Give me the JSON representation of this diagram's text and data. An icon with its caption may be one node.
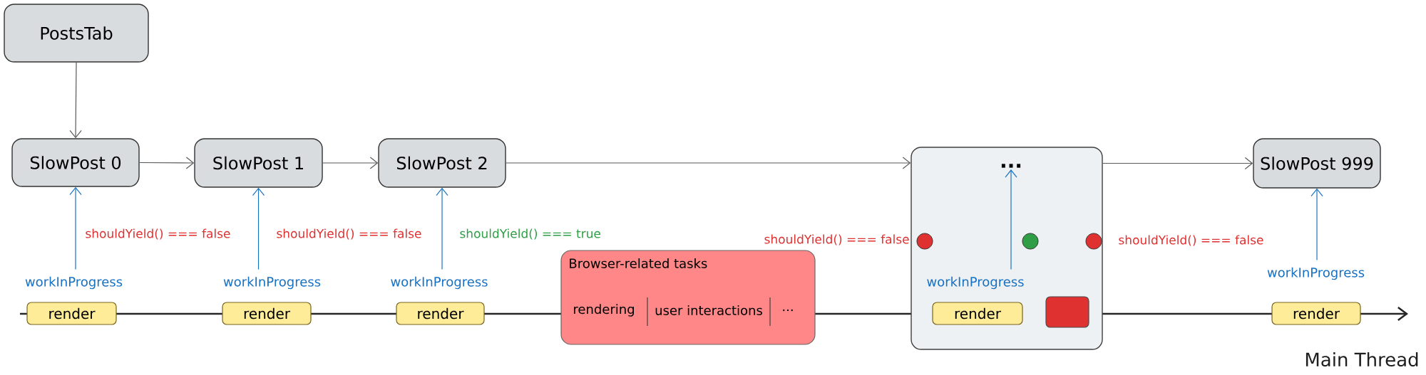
{
  "diagram": {
    "nodes": [
      {
        "text": [
          "PostsTab"
        ]
      },
      {
        "text": [
          "SlowPost 0"
        ]
      },
      {
        "text": [
          "SlowPost 1"
        ]
      },
      {
        "text": [
          "SlowPost 2"
        ]
      },
      {
        "text": [
          "..."
        ]
      },
      {
        "text": [
          "SlowPost 999"
        ]
      },
      {
        "text": [
          "workInProgress"
        ]
      },
      {
        "text": [
          "workInProgress"
        ]
      },
      {
        "text": [
          "workInProgress"
        ]
      },
      {
        "text": [
          "workInProgress"
        ],
        "in": 4
      },
      {
        "text": [
          "workInProgress"
        ]
      },
      {
        "text": [
          "render"
        ]
      },
      {
        "text": [
          "render"
        ]
      },
      {
        "text": [
          "render"
        ]
      },
      {
        "text": [
          "Browser-related tasks",
          "rendering",
          "user interactions",
          "..."
        ]
      },
      {
        "text": [
          "render"
        ],
        "in": 4
      },
      {
        "text": [],
        "shape": "box",
        "in": 4
      },
      {
        "text": [
          "render"
        ]
      }
    ],
    "edges": [
      {
        "from": 0,
        "to": 1,
        "arrow": "to"
      },
      {
        "from": 1,
        "to": 2,
        "arrow": "to"
      },
      {
        "from": 2,
        "to": 3,
        "arrow": "to"
      },
      {
        "from": 3,
        "to": 4,
        "arrow": "to"
      },
      {
        "from": 4,
        "to": 5,
        "arrow": "to"
      },
      {
        "from": 6,
        "to": 1,
        "arrow": "to",
        "color": "#1971c2"
      },
      {
        "from": 7,
        "to": 2,
        "arrow": "to",
        "color": "#1971c2"
      },
      {
        "from": 8,
        "to": 3,
        "arrow": "to",
        "color": "#1971c2"
      },
      {
        "from": 9,
        "to": 4,
        "arrow": "to",
        "color": "#1971c2"
      },
      {
        "from": 10,
        "to": 5,
        "arrow": "to",
        "color": "#1971c2"
      }
    ],
    "labels": [
      "shouldYield() === false",
      "shouldYield() === false",
      "shouldYield() === true",
      "shouldYield() === false",
      "shouldYield() === false",
      "Main Thread"
    ]
  }
}
